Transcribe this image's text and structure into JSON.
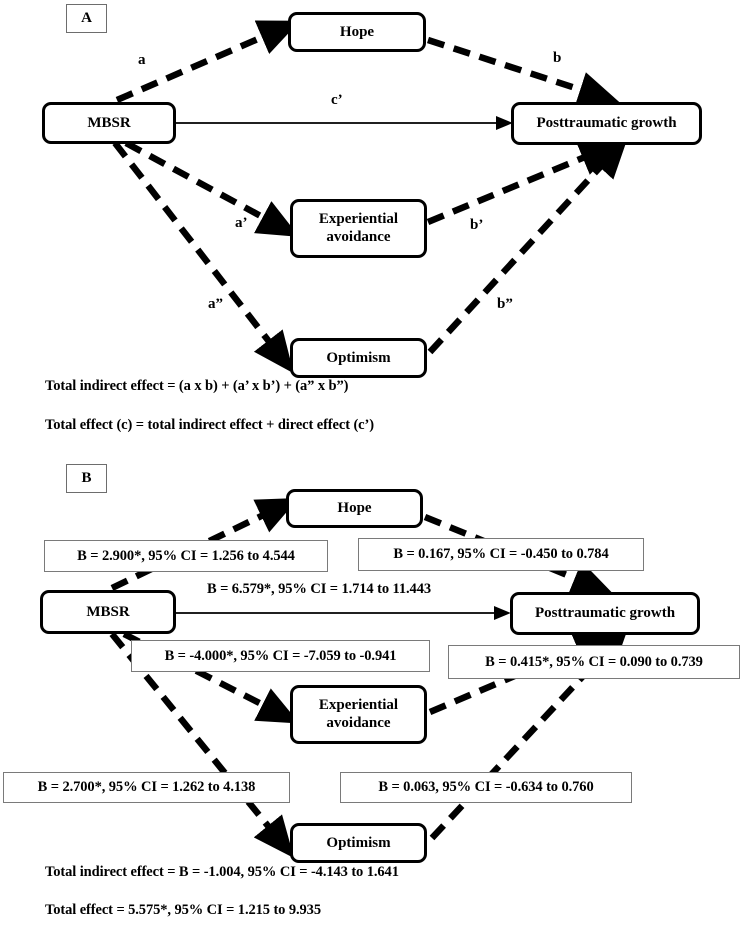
{
  "figure": {
    "type": "mediation-path-diagram",
    "panels": [
      {
        "id": "A",
        "badge": "A",
        "kind": "conceptual",
        "nodes": {
          "predictor": "MBSR",
          "outcome": "Posttraumatic growth",
          "mediator1": "Hope",
          "mediator2_line1": "Experiential",
          "mediator2_line2": "avoidance",
          "mediator3": "Optimism"
        },
        "paths": {
          "a": "a",
          "b": "b",
          "a_prime": "a’",
          "b_prime": "b’",
          "a_dprime": "a”",
          "b_dprime": "b”",
          "c_prime": "c’"
        },
        "footer": {
          "line1": "Total indirect effect = (a x b) + (a’ x b’) + (a” x b”)",
          "line2": "Total effect (c) = total indirect effect + direct effect (c’)"
        }
      },
      {
        "id": "B",
        "badge": "B",
        "kind": "estimated",
        "nodes": {
          "predictor": "MBSR",
          "outcome": "Posttraumatic growth",
          "mediator1": "Hope",
          "mediator2_line1": "Experiential",
          "mediator2_line2": "avoidance",
          "mediator3": "Optimism"
        },
        "stats": {
          "a_hope": "B = 2.900*, 95% CI = 1.256 to 4.544",
          "b_hope": "B = 0.167, 95% CI = -0.450 to 0.784",
          "c_prime_direct": "B = 6.579*, 95% CI = 1.714 to 11.443",
          "a_avoidance": "B = -4.000*, 95% CI = -7.059 to -0.941",
          "b_avoidance": "B = 0.415*, 95% CI = 0.090 to 0.739",
          "a_optimism": "B = 2.700*, 95% CI = 1.262 to 4.138",
          "b_optimism": "B = 0.063, 95% CI = -0.634 to 0.760"
        },
        "footer": {
          "line1": "Total indirect effect = B = -1.004, 95% CI = -4.143 to 1.641",
          "line2": "Total effect = 5.575*, 95% CI = 1.215 to 9.935"
        }
      }
    ]
  },
  "chart_data": {
    "type": "diagram",
    "title": "Parallel multiple mediation model of MBSR on posttraumatic growth",
    "variables": {
      "independent": "MBSR",
      "dependent": "Posttraumatic growth",
      "mediators": [
        "Hope",
        "Experiential avoidance",
        "Optimism"
      ]
    },
    "effects": [
      {
        "label": "a",
        "from": "MBSR",
        "to": "Hope",
        "B": 2.9,
        "ci_low": 1.256,
        "ci_high": 4.544,
        "significant": true
      },
      {
        "label": "b",
        "from": "Hope",
        "to": "Posttraumatic growth",
        "B": 0.167,
        "ci_low": -0.45,
        "ci_high": 0.784,
        "significant": false
      },
      {
        "label": "a’",
        "from": "MBSR",
        "to": "Experiential avoidance",
        "B": -4.0,
        "ci_low": -7.059,
        "ci_high": -0.941,
        "significant": true
      },
      {
        "label": "b’",
        "from": "Experiential avoidance",
        "to": "Posttraumatic growth",
        "B": 0.415,
        "ci_low": 0.09,
        "ci_high": 0.739,
        "significant": true
      },
      {
        "label": "a”",
        "from": "MBSR",
        "to": "Optimism",
        "B": 2.7,
        "ci_low": 1.262,
        "ci_high": 4.138,
        "significant": true
      },
      {
        "label": "b”",
        "from": "Optimism",
        "to": "Posttraumatic growth",
        "B": 0.063,
        "ci_low": -0.634,
        "ci_high": 0.76,
        "significant": false
      },
      {
        "label": "c’",
        "from": "MBSR",
        "to": "Posttraumatic growth",
        "B": 6.579,
        "ci_low": 1.714,
        "ci_high": 11.443,
        "significant": true
      }
    ],
    "total_indirect_effect": {
      "B": -1.004,
      "ci_low": -4.143,
      "ci_high": 1.641,
      "significant": false
    },
    "total_effect": {
      "B": 5.575,
      "ci_low": 1.215,
      "ci_high": 9.935,
      "significant": true
    }
  }
}
